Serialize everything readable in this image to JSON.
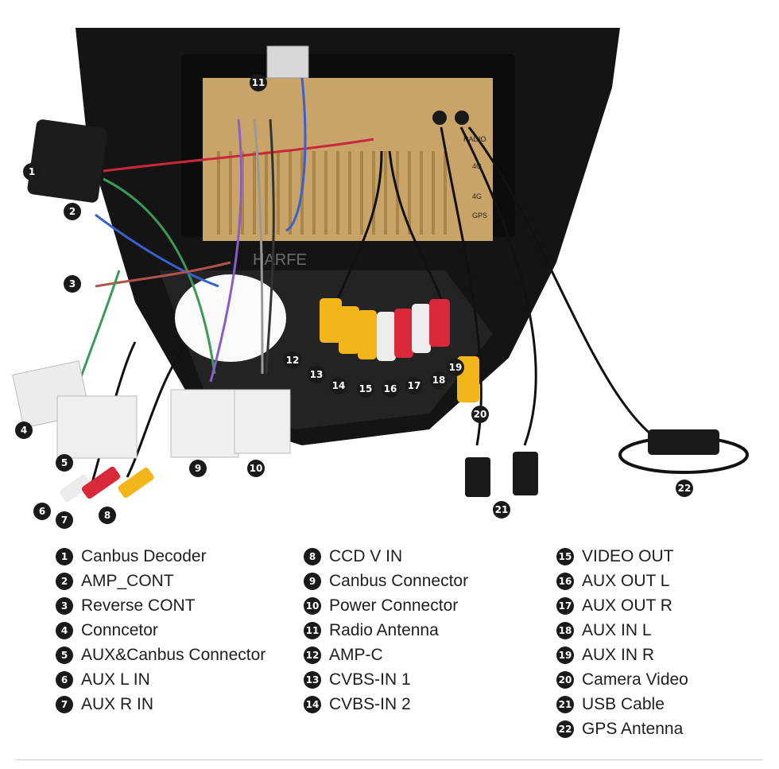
{
  "photo": {
    "watermark": "HARFE",
    "unit_labels": {
      "radio": "RADIO",
      "port_4g_1": "4G",
      "port_4g_2": "4G",
      "gps": "GPS"
    },
    "callouts": [
      "1",
      "2",
      "3",
      "4",
      "5",
      "6",
      "7",
      "8",
      "9",
      "10",
      "11",
      "12",
      "13",
      "14",
      "15",
      "16",
      "17",
      "18",
      "19",
      "20",
      "21",
      "22"
    ]
  },
  "legend": {
    "col1": [
      {
        "num": "1",
        "label": "Canbus Decoder"
      },
      {
        "num": "2",
        "label": "AMP_CONT"
      },
      {
        "num": "3",
        "label": "Reverse CONT"
      },
      {
        "num": "4",
        "label": "Conncetor"
      },
      {
        "num": "5",
        "label": "AUX&Canbus Connector"
      },
      {
        "num": "6",
        "label": "AUX L IN"
      },
      {
        "num": "7",
        "label": "AUX R IN"
      }
    ],
    "col2": [
      {
        "num": "8",
        "label": "CCD V IN"
      },
      {
        "num": "9",
        "label": "Canbus Connector"
      },
      {
        "num": "10",
        "label": "Power Connector"
      },
      {
        "num": "11",
        "label": "Radio Antenna"
      },
      {
        "num": "12",
        "label": "AMP-C"
      },
      {
        "num": "13",
        "label": "CVBS-IN 1"
      },
      {
        "num": "14",
        "label": "CVBS-IN 2"
      }
    ],
    "col3": [
      {
        "num": "15",
        "label": "VIDEO OUT"
      },
      {
        "num": "16",
        "label": "AUX OUT L"
      },
      {
        "num": "17",
        "label": "AUX OUT R"
      },
      {
        "num": "18",
        "label": "AUX IN L"
      },
      {
        "num": "19",
        "label": "AUX IN R"
      },
      {
        "num": "20",
        "label": "Camera Video"
      },
      {
        "num": "21",
        "label": "USB Cable"
      },
      {
        "num": "22",
        "label": "GPS Antenna"
      }
    ]
  }
}
